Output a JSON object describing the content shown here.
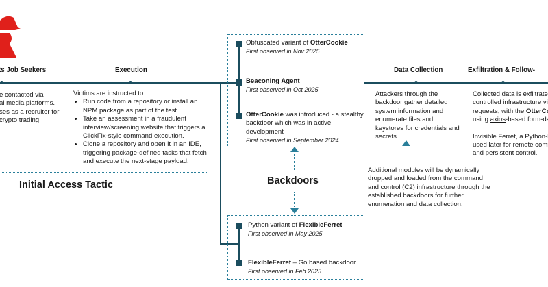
{
  "initial_access": {
    "heading": "Targets Job Seekers",
    "heading_visible": "ts Job Seekers",
    "body_lines": [
      "e contacted via",
      "al media platforms.",
      "ses as a recruiter for",
      "crypto trading"
    ],
    "tactic_label": "Initial Access Tactic"
  },
  "execution": {
    "heading": "Execution",
    "intro": "Victims are instructed to:",
    "bullets": [
      "Run code from a repository or install an NPM package as part of the test.",
      "Take an assessment in a fraudulent interview/screening website that triggers a ClickFix-style command execution.",
      "Clone a repository and open it in an IDE, triggering package-defined tasks that fetch and execute the next-stage payload."
    ]
  },
  "backdoors_label": "Backdoors",
  "upper_backdoors": [
    {
      "text_pre": "Obfuscated variant of ",
      "name": "OtterCookie",
      "text_post": "",
      "observed": "First observed in Nov 2025"
    },
    {
      "text_pre": "",
      "name": "Beaconing Agent",
      "text_post": "",
      "observed": "First observed in Oct 2025"
    },
    {
      "text_pre": "",
      "name": "OtterCookie",
      "text_post": " was introduced - a stealthy backdoor which was in active development",
      "observed": "First observed in September 2024"
    }
  ],
  "lower_backdoors": [
    {
      "text_pre": "Python variant of ",
      "name": "FlexibleFerret",
      "text_post": "",
      "observed": "First observed in May 2025"
    },
    {
      "text_pre": "",
      "name": "FlexibleFerret",
      "text_post": " – Go based backdoor",
      "observed": "First observed in Feb 2025"
    }
  ],
  "data_collection": {
    "heading": "Data Collection",
    "body": "Attackers through the backdoor gather detailed system information and enumerate files and keystores for credentials and secrets.",
    "modules_note": "Additional modules will be dynamically dropped and loaded from the command and control (C2) infrastructure through the established backdoors for further enumeration and data collection."
  },
  "exfiltration": {
    "heading": "Exfiltration & Follow-",
    "body_pre": "Collected data is exfiltrated",
    "line2": "controlled infrastructure vi",
    "line3_pre": "requests, with the ",
    "line3_name": "OtterCo",
    "line4_pre": "using ",
    "line4_link": "axios",
    "line4_post": "-based form-dat",
    "ferret_line1": "Invisible Ferret, a Python-b",
    "ferret_line2": "used later for remote comm",
    "ferret_line3": "and persistent control."
  },
  "colors": {
    "accent": "#2a7f9a",
    "node": "#1b4d5e",
    "hacker_red": "#e0201b"
  }
}
